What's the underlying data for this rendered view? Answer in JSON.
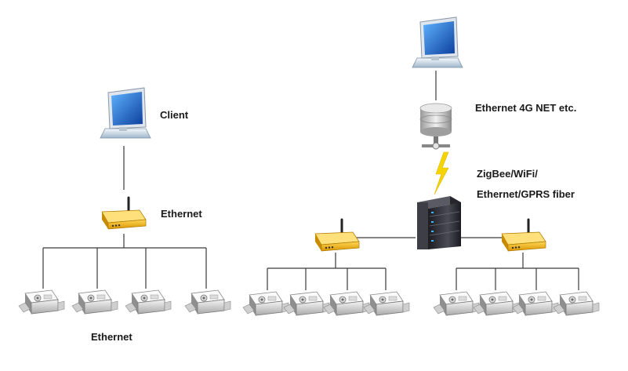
{
  "labels": {
    "client": "Client",
    "ethernet_gateway": "Ethernet",
    "ethernet_bottom": "Ethernet",
    "server_network": "Ethernet 4G NET etc.",
    "link_line1": "ZigBee/WiFi/",
    "link_line2": "Ethernet/GPRS fiber"
  },
  "colors": {
    "line": "#3a3a3a",
    "router_body": "#f2b61a",
    "lightning": "#f5d400",
    "monitor_screen": "#1e63c8"
  },
  "icons": {
    "computer": "computer-icon",
    "router": "wireless-router-icon",
    "sensor": "sensor-node-icon",
    "database": "database-server-icon",
    "rack": "rack-server-icon",
    "link": "wireless-link-icon"
  }
}
